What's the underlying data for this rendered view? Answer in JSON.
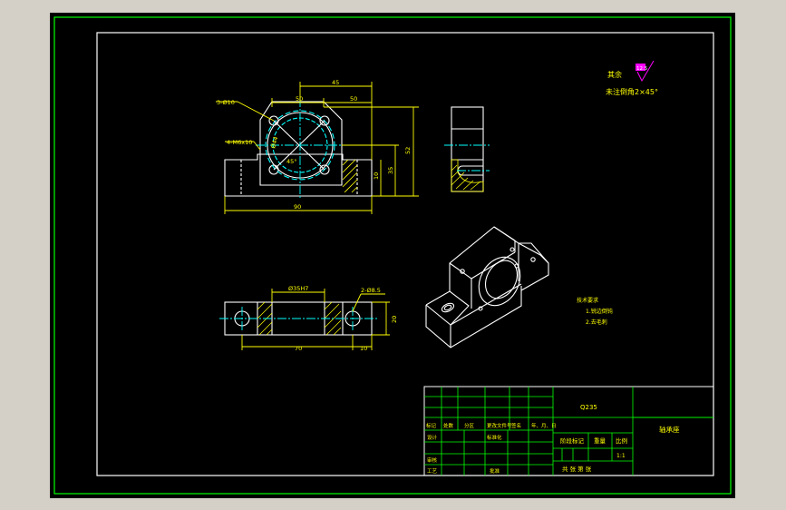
{
  "colors": {
    "sheet_bg": "#000000",
    "window_bg": "#d4d0c8",
    "outer_border": "#00ff00",
    "geometry": "#ffffff",
    "dimension": "#ffff00",
    "centerline": "#00ffff",
    "hatch": "#ffff00",
    "roughness": "#ff00ff",
    "title_block_lines": "#00ff00"
  },
  "dimensions": {
    "front": {
      "hole_callout": "3-Ø10",
      "counterbore_callout": "4-M6x10",
      "top_overall": "45",
      "top_left": "50",
      "top_right": "50",
      "bore": "Ø44",
      "bolt_circle": "45°",
      "height_right": "52",
      "height_mid": "35",
      "base_height": "10",
      "overall_width": "90"
    },
    "top": {
      "bore_fit": "Ø35H7",
      "hole_callout": "2-Ø8.5",
      "depth": "20",
      "hole_spacing": "70",
      "edge_offset": "10"
    }
  },
  "notes": {
    "roughness_label": "其余",
    "roughness_value": "12.5",
    "chamfer_note": "未注倒角2×45°",
    "tech_title": "技术要求",
    "tech_item_1": "1.锐边倒钝",
    "tech_item_2": "2.去毛刺"
  },
  "title_block": {
    "material": "Q235",
    "part_name": "轴承座",
    "col_mark": "标记",
    "col_count": "处数",
    "col_zone": "分区",
    "col_doc": "更改文件号",
    "col_sign": "签名",
    "col_date": "年、月、日",
    "row_design": "设计",
    "row_standard": "标准化",
    "row_check": "审核",
    "row_process": "工艺",
    "row_approve": "批准",
    "stage_mark": "阶段标记",
    "weight": "重量",
    "scale": "比例",
    "scale_value": "1:1",
    "sheets": "共  张  第  张"
  }
}
